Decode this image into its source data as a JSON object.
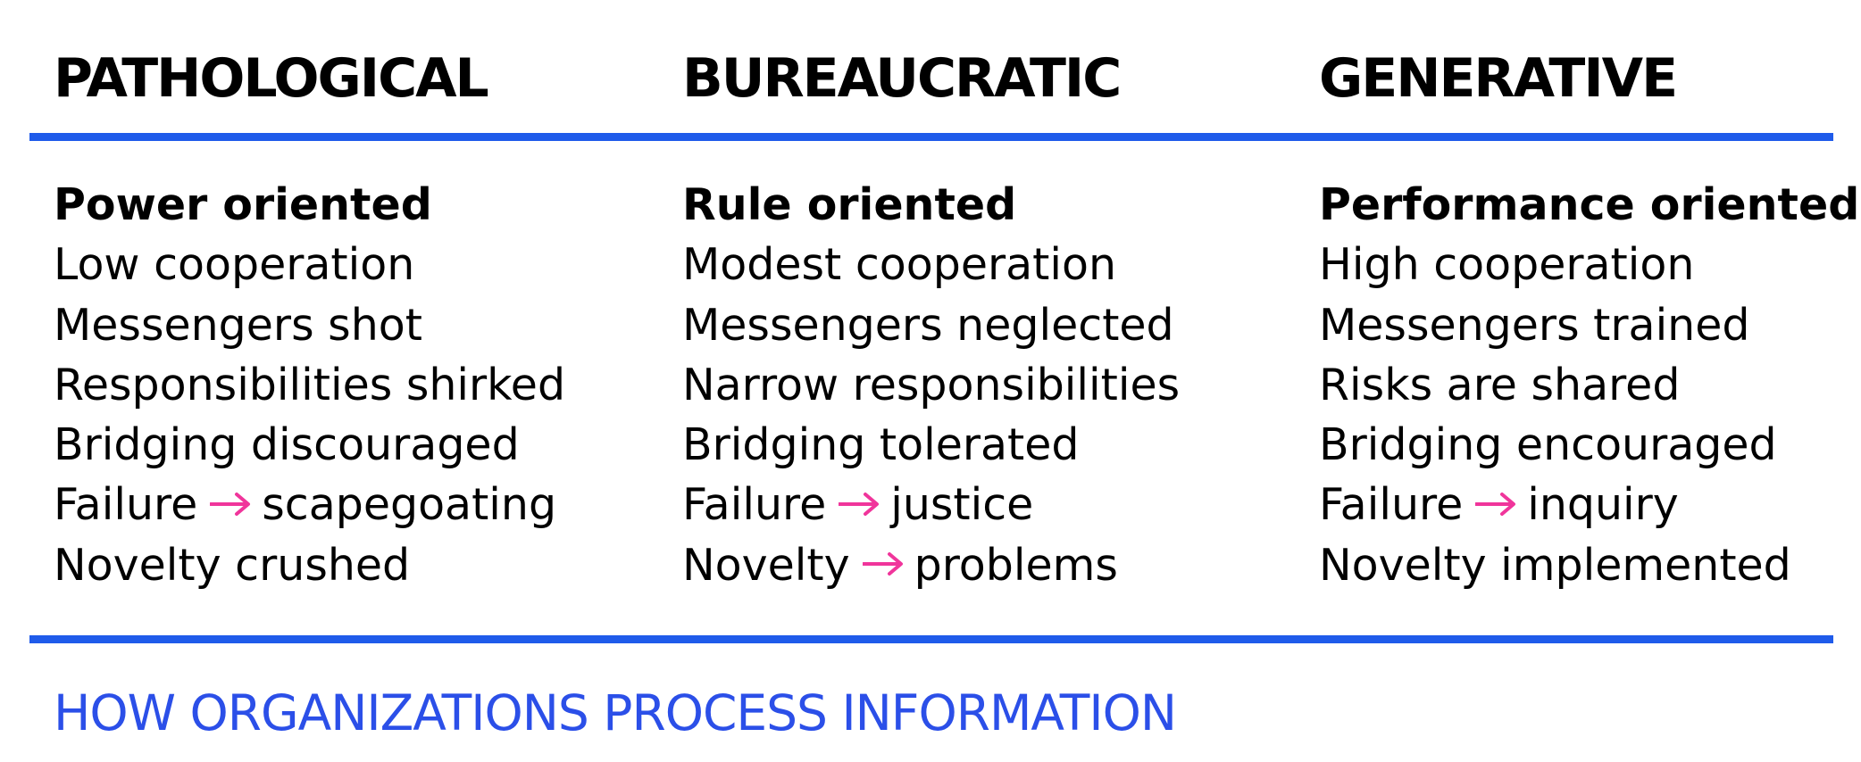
{
  "colors": {
    "rule": "#1f5bea",
    "caption": "#2b4fe8",
    "arrow": "#f0359b",
    "text": "#000000"
  },
  "columns": [
    {
      "heading": "PATHOLOGICAL",
      "rows": [
        {
          "text": "Power oriented",
          "bold": true
        },
        {
          "text": "Low cooperation"
        },
        {
          "text": "Messengers shot"
        },
        {
          "text": "Responsibilities shirked"
        },
        {
          "text": "Bridging discouraged"
        },
        {
          "before": "Failure",
          "after": "scapegoating",
          "arrow": true
        },
        {
          "text": "Novelty crushed"
        }
      ]
    },
    {
      "heading": "BUREAUCRATIC",
      "rows": [
        {
          "text": "Rule oriented",
          "bold": true
        },
        {
          "text": "Modest cooperation"
        },
        {
          "text": "Messengers neglected"
        },
        {
          "text": "Narrow responsibilities"
        },
        {
          "text": "Bridging tolerated"
        },
        {
          "before": "Failure",
          "after": "justice",
          "arrow": true
        },
        {
          "before": "Novelty",
          "after": "problems",
          "arrow": true
        }
      ]
    },
    {
      "heading": "GENERATIVE",
      "rows": [
        {
          "text": "Performance oriented",
          "bold": true
        },
        {
          "text": "High cooperation"
        },
        {
          "text": "Messengers trained"
        },
        {
          "text": "Risks are shared"
        },
        {
          "text": "Bridging encouraged"
        },
        {
          "before": "Failure",
          "after": "inquiry",
          "arrow": true
        },
        {
          "text": "Novelty implemented"
        }
      ]
    }
  ],
  "caption": "HOW ORGANIZATIONS PROCESS INFORMATION",
  "arrow_icon": "right-arrow-icon"
}
